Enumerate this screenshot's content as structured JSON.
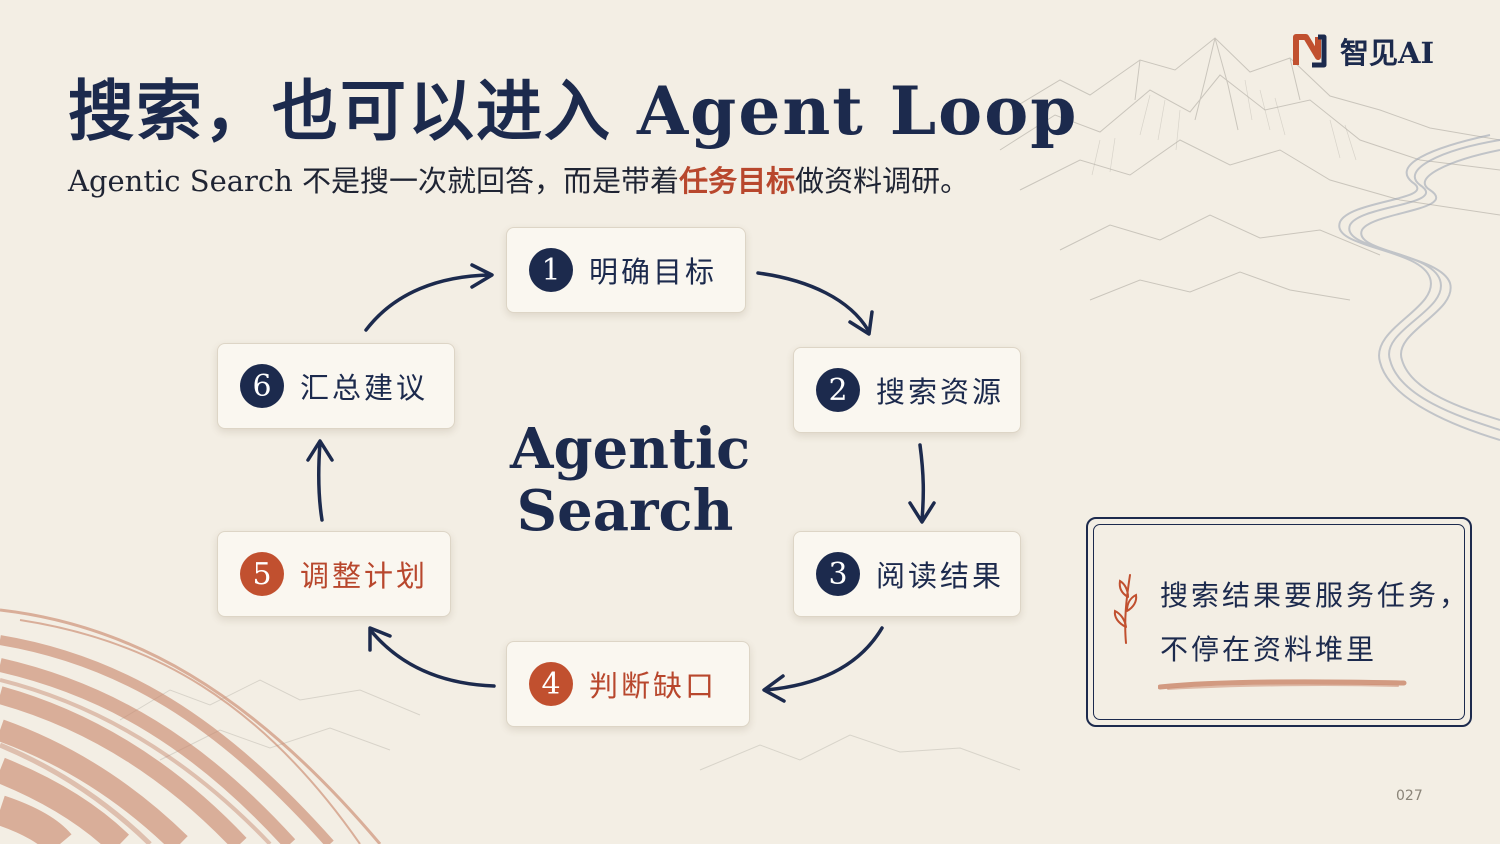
{
  "brand": {
    "name": "智见AI",
    "logo_icon": "brand-n-logo-icon"
  },
  "title": "搜索，也可以进入 Agent Loop",
  "subtitle": {
    "before": "Agentic Search 不是搜一次就回答，而是带着",
    "highlight": "任务目标",
    "after": "做资料调研。"
  },
  "cycle": {
    "center_line1": "Agentic",
    "center_line2": "Search",
    "steps": [
      {
        "number": "1",
        "label": "明确目标",
        "accent": false
      },
      {
        "number": "2",
        "label": "搜索资源",
        "accent": false
      },
      {
        "number": "3",
        "label": "阅读结果",
        "accent": false
      },
      {
        "number": "4",
        "label": "判断缺口",
        "accent": true
      },
      {
        "number": "5",
        "label": "调整计划",
        "accent": true
      },
      {
        "number": "6",
        "label": "汇总建议",
        "accent": false
      }
    ]
  },
  "quote": {
    "line1": "搜索结果要服务任务，",
    "line2": "不停在资料堆里",
    "icon": "sprig-icon"
  },
  "page_number": "027",
  "colors": {
    "navy": "#1c2a4d",
    "accent": "#c1502f",
    "paper": "#f3eee4"
  }
}
